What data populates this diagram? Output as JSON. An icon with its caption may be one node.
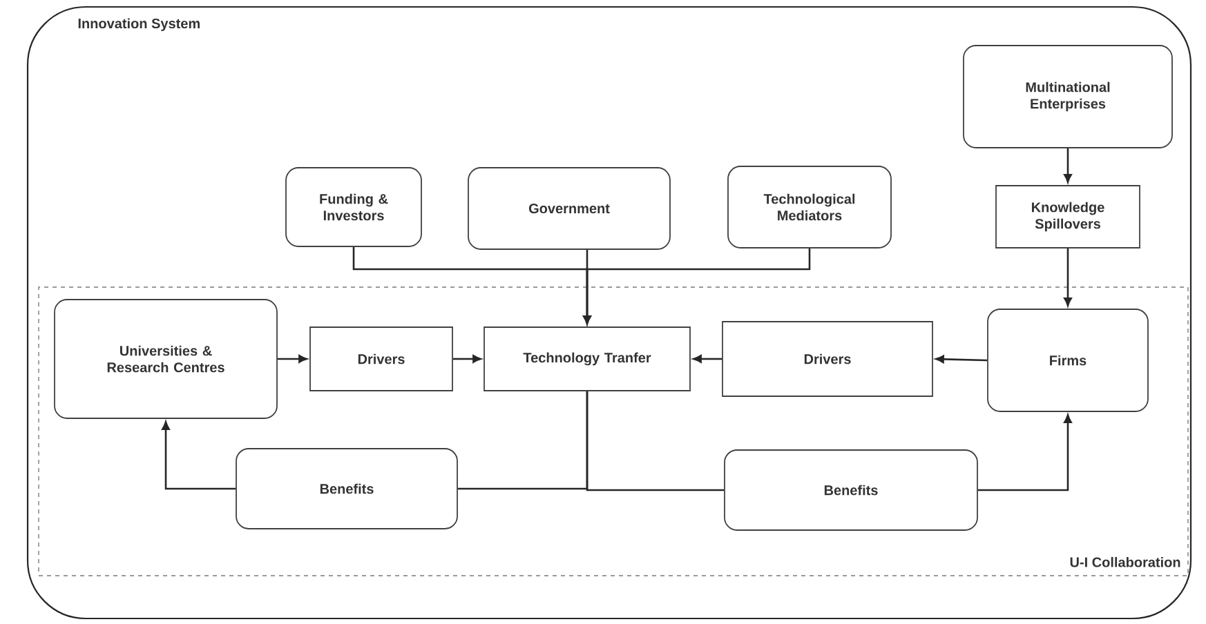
{
  "diagram": {
    "nodes": [
      {
        "text": [
          "Innovation System"
        ]
      },
      {
        "text": [
          "Multinational Enterprises"
        ],
        "in": 0
      },
      {
        "text": [
          "Funding & Investors"
        ],
        "in": 0
      },
      {
        "text": [
          "Government"
        ],
        "in": 0
      },
      {
        "text": [
          "Technological Mediators"
        ],
        "in": 0
      },
      {
        "text": [
          "Knowledge Spillovers"
        ],
        "in": 0
      },
      {
        "text": [
          "U-I Collaboration"
        ],
        "in": 0
      },
      {
        "text": [
          "Universities & Research Centres"
        ],
        "in": 6
      },
      {
        "text": [
          "Drivers"
        ],
        "in": 6
      },
      {
        "text": [
          "Technology Tranfer"
        ],
        "in": 6
      },
      {
        "text": [
          "Drivers"
        ],
        "in": 6
      },
      {
        "text": [
          "Firms"
        ],
        "in": 6
      },
      {
        "text": [
          "Benefits"
        ],
        "in": 6
      },
      {
        "text": [
          "Benefits"
        ],
        "in": 6
      }
    ],
    "edges": [
      {
        "from": 1,
        "to": 5,
        "arrow": "to"
      },
      {
        "from": 5,
        "to": 11,
        "arrow": "to"
      },
      {
        "from": 2,
        "to": 9,
        "arrow": "to"
      },
      {
        "from": 3,
        "to": 9,
        "arrow": "to"
      },
      {
        "from": 4,
        "to": 9,
        "arrow": "to"
      },
      {
        "from": 7,
        "to": 8,
        "arrow": "to"
      },
      {
        "from": 8,
        "to": 9,
        "arrow": "to"
      },
      {
        "from": 11,
        "to": 10,
        "arrow": "to"
      },
      {
        "from": 10,
        "to": 9,
        "arrow": "to"
      },
      {
        "from": 9,
        "to": 12,
        "arrow": "none"
      },
      {
        "from": 9,
        "to": 13,
        "arrow": "none"
      },
      {
        "from": 12,
        "to": 7,
        "arrow": "to"
      },
      {
        "from": 13,
        "to": 11,
        "arrow": "to"
      }
    ]
  }
}
